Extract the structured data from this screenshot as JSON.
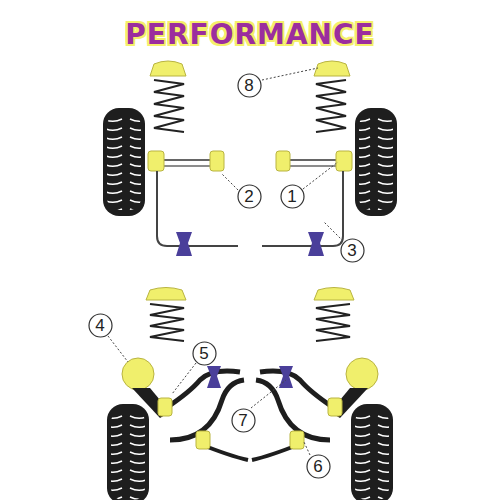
{
  "diagram": {
    "title": "PERFORMANCE",
    "nodes": [
      {
        "text": [
          "8"
        ]
      },
      {
        "text": [
          "2"
        ]
      },
      {
        "text": [
          "1"
        ]
      },
      {
        "text": [
          "3"
        ]
      },
      {
        "text": [
          "4"
        ]
      },
      {
        "text": [
          "5"
        ]
      },
      {
        "text": [
          "7"
        ]
      },
      {
        "text": [
          "6"
        ]
      }
    ]
  }
}
